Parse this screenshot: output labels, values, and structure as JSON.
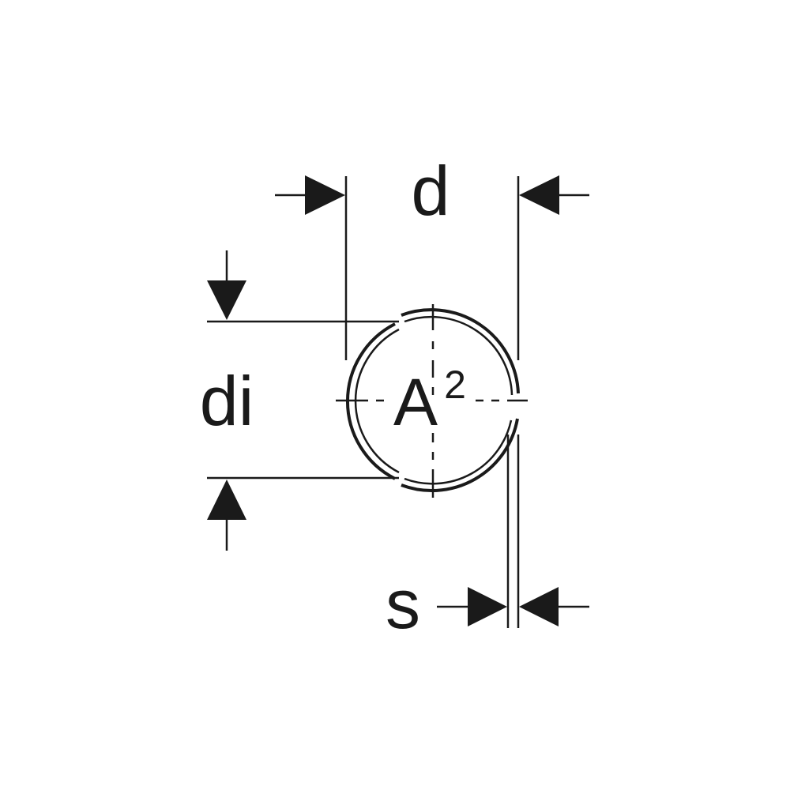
{
  "diagram": {
    "labels": {
      "outer_diameter": "d",
      "inner_diameter": "di",
      "wall_thickness": "s",
      "area": "A",
      "area_superscript": "2"
    },
    "line_color": "#1a1a1a",
    "background": "#ffffff"
  }
}
